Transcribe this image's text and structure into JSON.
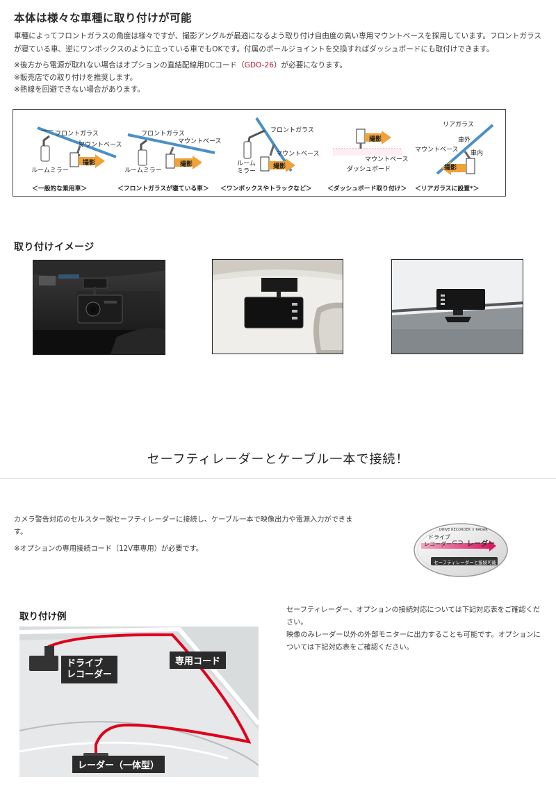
{
  "section1": {
    "heading": "本体は様々な車種に取り付けが可能",
    "paragraph": "車種によってフロントガラスの角度は様々ですが、撮影アングルが最適になるよう取り付け自由度の高い専用マウントベースを採用しています。フロントガラスが寝ている車、逆にワンボックスのように立っている車でもOKです。付属のボールジョイントを交換すればダッシュボードにも取付けできます。",
    "note1_prefix": "※後方から電源が取れない場合はオプションの直結配線用DCコード（",
    "note1_code": "GDO-26",
    "note1_suffix": "）が必要になります。",
    "note2": "※販売店での取り付けを推奨します。",
    "note3": "※熱線を回避できない場合があります。"
  },
  "diagram": {
    "label_front_glass": "フロントガラス",
    "label_mount_base": "マウントベース",
    "label_room_mirror": "ルームミラー",
    "label_room": "ルーム",
    "label_mirror": "ミラー",
    "label_shoot": "撮影",
    "label_dashboard": "ダッシュボード",
    "label_rear_glass": "リアガラス",
    "label_outside": "車外",
    "label_inside": "車内",
    "captions": [
      "＜一般的な乗用車＞",
      "＜フロントガラスが寝ている車＞",
      "＜ワンボックスやトラックなど＞",
      "＜ダッシュボード取り付け＞",
      "＜リアガラスに設置*＞"
    ]
  },
  "section2": {
    "heading": "取り付けイメージ"
  },
  "section3": {
    "heading": "セーフティレーダーとケーブル一本で接続！",
    "paragraph": "カメラ警告対応のセルスター製セーフティレーダーに接続し、ケーブル一本で映像出力や電源入力ができます。",
    "note": "※オプションの専用接続コード（12V車専用）が必要です。",
    "badge_top": "DRIVE RECORDER × RADAR",
    "badge_left_1": "ドライブ",
    "badge_left_2": "レコーダー",
    "badge_right": "レーダー",
    "badge_bottom": "セーフティレーダーと接続可能"
  },
  "section4": {
    "heading": "取り付け例",
    "label_recorder_1": "ドライブ",
    "label_recorder_2": "レコーダー",
    "label_cord": "専用コード",
    "label_radar": "レーダー（一体型）",
    "para1": "セーフティレーダー、オプションの接続対応については下記対応表をご確認ください。",
    "para2": "映像のみレーダー以外の外部モニターに出力することも可能です。オプションについては下記対応表をご確認ください。"
  },
  "colors": {
    "accent_orange": "#f0a23a",
    "accent_red": "#c8102e",
    "glass_blue": "#4a90c8"
  }
}
